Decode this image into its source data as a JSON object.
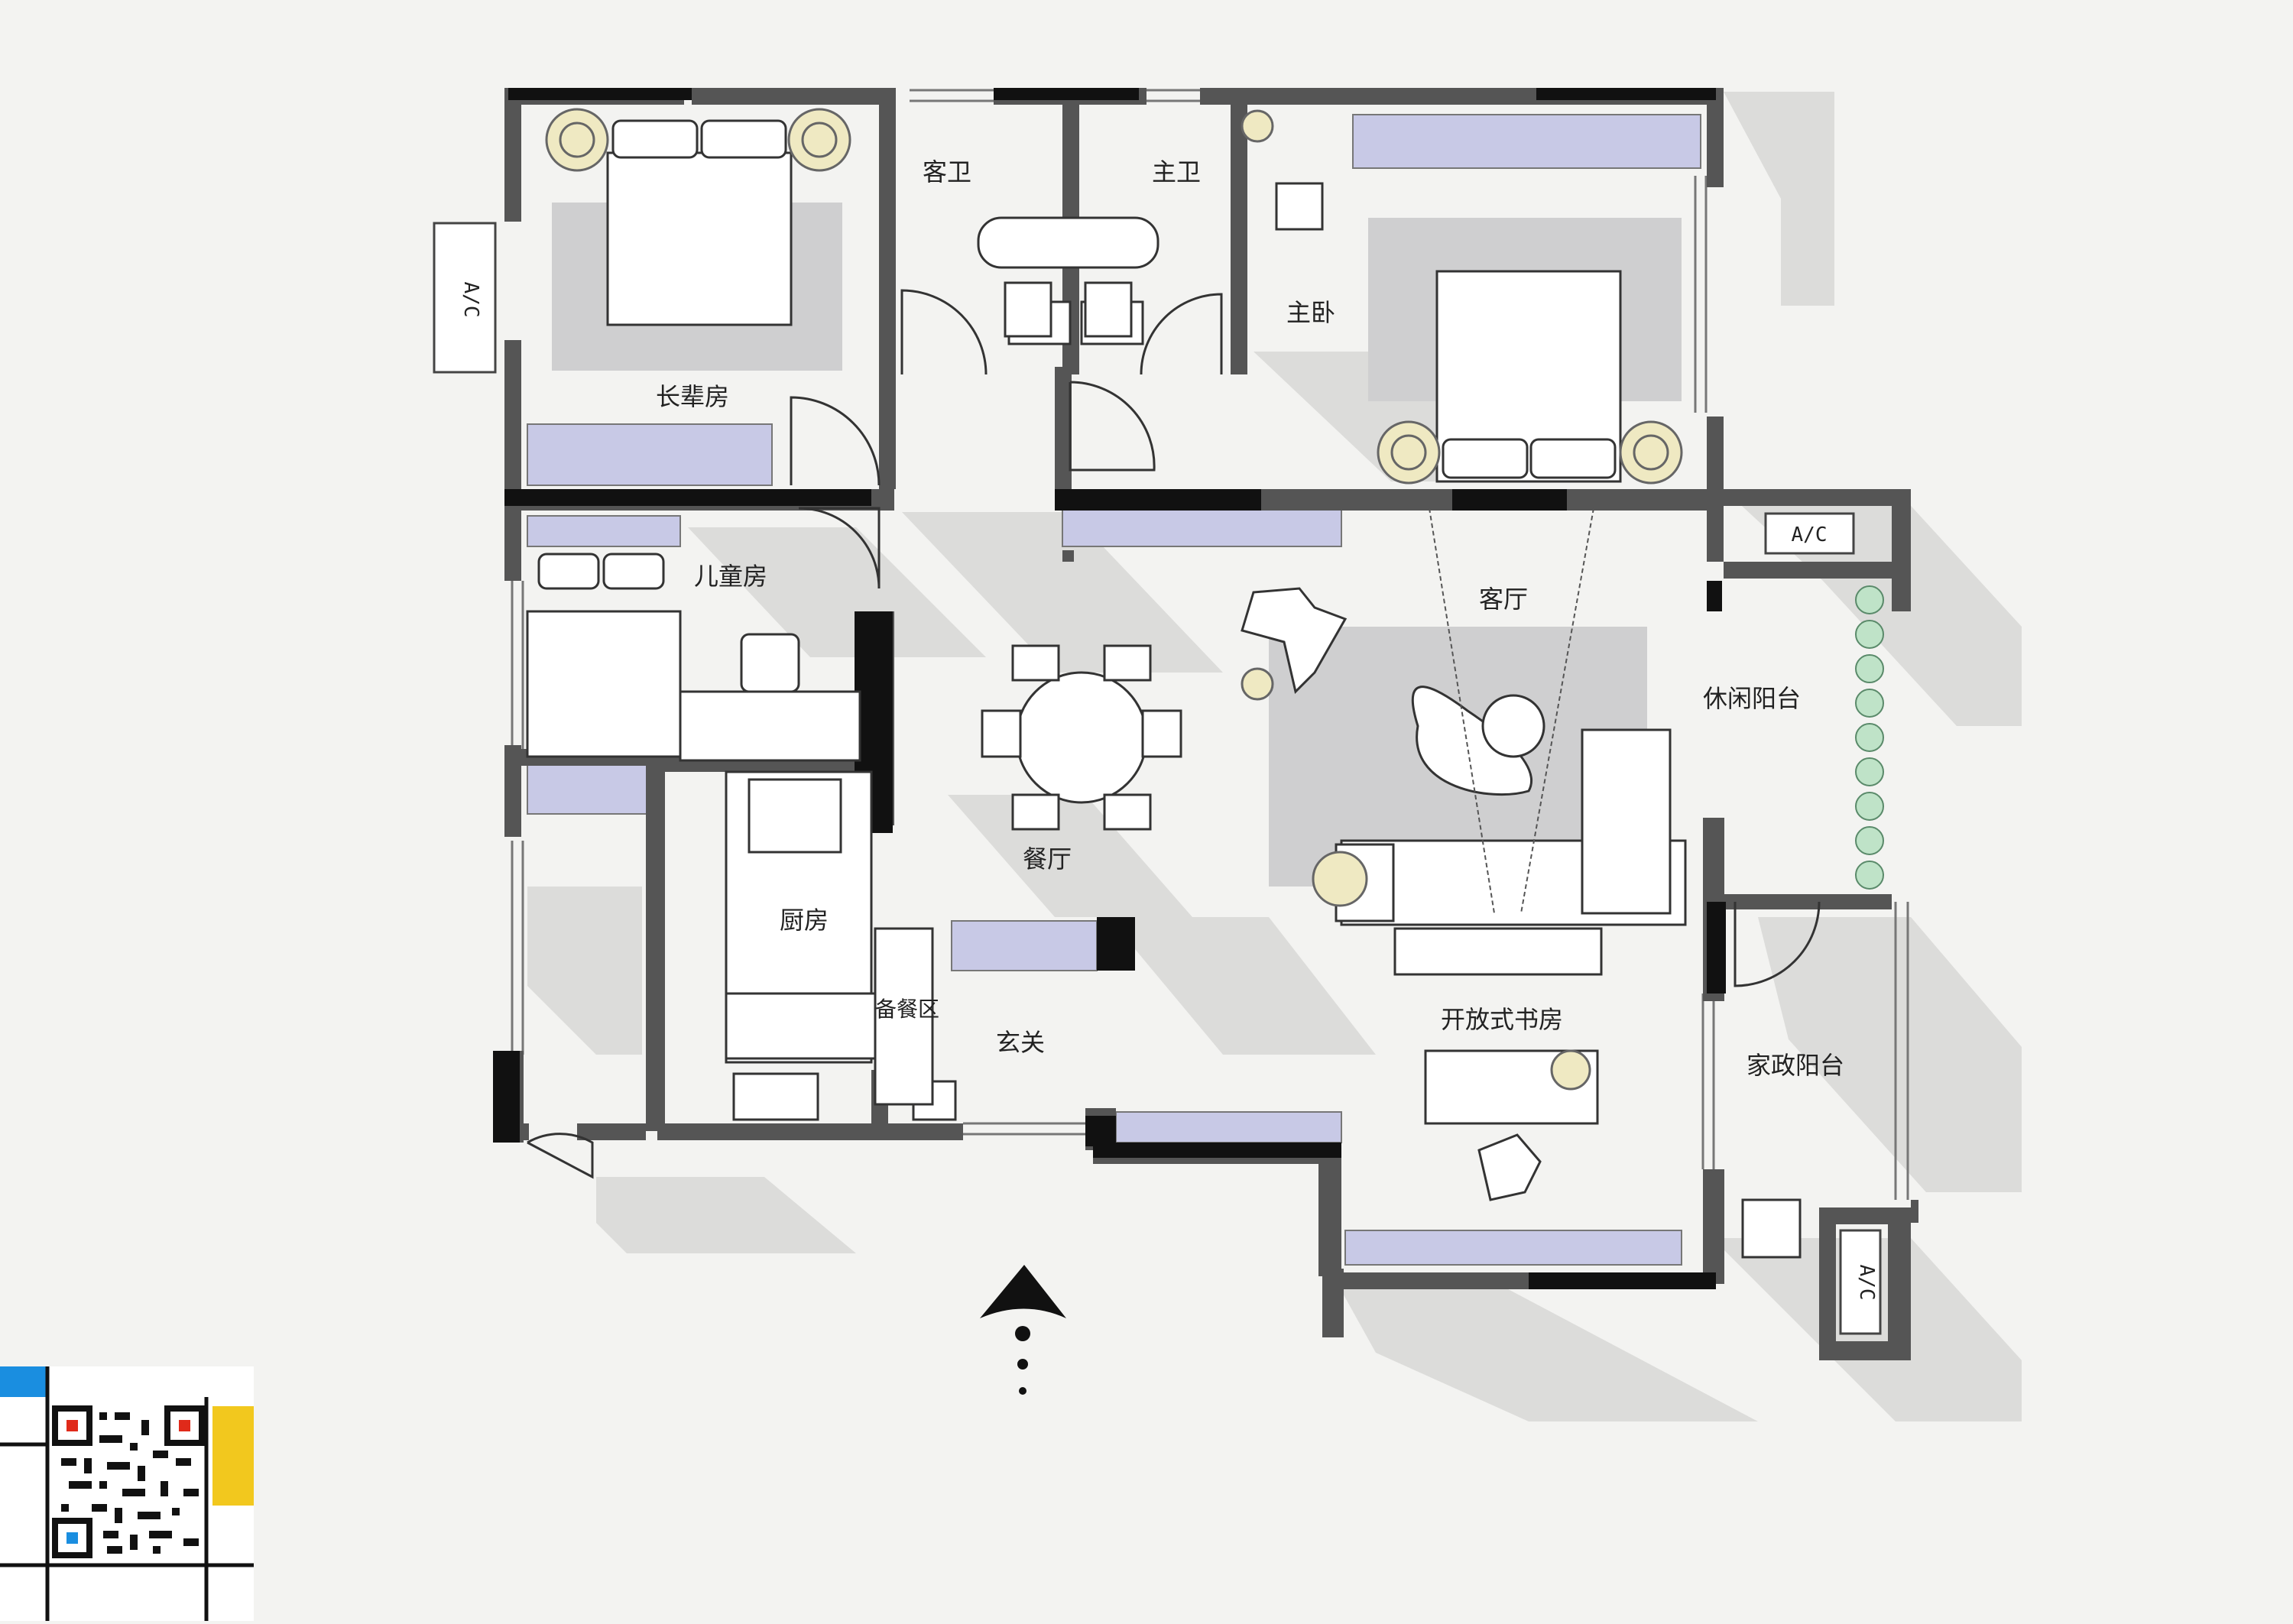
{
  "plan": {
    "rooms": {
      "elder_room": "长辈房",
      "guest_bath": "客卫",
      "master_bath": "主卫",
      "master_bedroom": "主卧",
      "kids_room": "儿童房",
      "living_room": "客厅",
      "leisure_balcony": "休闲阳台",
      "dining_room": "餐厅",
      "kitchen": "厨房",
      "prep_area": "备餐区",
      "entrance": "玄关",
      "open_study": "开放式书房",
      "service_balcony": "家政阳台"
    },
    "fixture_labels": {
      "ac_left": "A/C",
      "ac_right_top": "A/C",
      "ac_right_bottom": "A/C"
    }
  },
  "colors": {
    "wall": "#555555",
    "wall_dark": "#111111",
    "floor": "#f1f1ef",
    "shadow": "#dcdcda",
    "rug": "#cfcfd0",
    "furniture": "#ffffff",
    "cabinet": "#c8c9e6",
    "lamp": "#efe9c2",
    "plant": "#bfe3c8",
    "qr_blue": "#1a8ee0",
    "qr_yellow": "#f2c81e",
    "qr_red": "#e02a1a"
  }
}
